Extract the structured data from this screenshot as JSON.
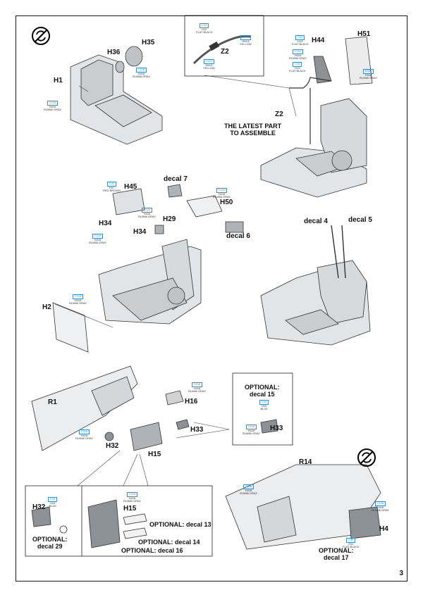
{
  "page_number": "3",
  "parts": {
    "h1": "H1",
    "h35": "H35",
    "h36": "H36",
    "z2": "Z2",
    "z2b": "Z2",
    "h44": "H44",
    "h51": "H51",
    "h45": "H45",
    "decal7": "decal 7",
    "h50": "H50",
    "decal6": "decal 6",
    "h34a": "H34",
    "h34b": "H34",
    "h29": "H29",
    "h2": "H2",
    "decal4": "decal 4",
    "decal5": "decal 5",
    "r1": "R1",
    "h16": "H16",
    "h33": "H33",
    "h33b": "H33",
    "h32": "H32",
    "h15": "H15",
    "h32b": "H32",
    "h15b": "H15",
    "r14": "R14",
    "h4": "H4"
  },
  "notes": {
    "latest_part": [
      "THE LATEST PART",
      "TO ASSEMBLE"
    ],
    "opt_decal15": [
      "OPTIONAL:",
      "decal 15"
    ],
    "opt_decal29": [
      "OPTIONAL:",
      "decal 29"
    ],
    "opt_decal13": "OPTIONAL: decal 13",
    "opt_decal14": "OPTIONAL: decal 14",
    "opt_decal16": "OPTIONAL: decal 16",
    "opt_decal17": [
      "OPTIONAL:",
      "decal 17"
    ]
  },
  "paints": {
    "rlm66_a": {
      "code": "C116",
      "num": "H416",
      "name": "RLM66 GRAY"
    },
    "rlm66_b": {
      "code": "C116",
      "num": "H416",
      "name": "RLM66 GRAY"
    },
    "black_z2": {
      "code": "C33",
      "num": "H12",
      "name": "FLAT BLACK"
    },
    "yellow_a": {
      "code": "C113",
      "num": "H413",
      "name": "YELLOW"
    },
    "yellow_b": {
      "code": "C113",
      "num": "H413",
      "name": "YELLOW"
    },
    "black_h44": {
      "code": "C33",
      "num": "H12",
      "name": "FLAT BLACK"
    },
    "rlm66_h44": {
      "code": "C116",
      "num": "H416",
      "name": "RLM66 GRAY"
    },
    "black_h44b": {
      "code": "C33",
      "num": "H12",
      "name": "FLAT BLACK"
    },
    "rlm66_h51": {
      "code": "C116",
      "num": "H416",
      "name": "RLM66 GRAY"
    },
    "red_brown": {
      "code": "C41",
      "num": "H47",
      "name": "RED BROWN"
    },
    "rlm66_h50": {
      "code": "C116",
      "num": "H416",
      "name": "RLM66 GRAY"
    },
    "rlm66_h45": {
      "code": "C116",
      "num": "H416",
      "name": "RLM66 GRAY"
    },
    "rlm66_h34": {
      "code": "C116",
      "num": "H416",
      "name": "RLM66 GRAY"
    },
    "rlm66_h2": {
      "code": "C116",
      "num": "H416",
      "name": "RLM66 GRAY"
    },
    "rlm66_h16": {
      "code": "C116",
      "num": "H416",
      "name": "RLM66 GRAY"
    },
    "blue_opt": {
      "code": "C34",
      "num": "H15",
      "name": "BLUE"
    },
    "rlm66_opt": {
      "code": "C116",
      "num": "H416",
      "name": "RLM66 GRAY"
    },
    "rlm66_r1": {
      "code": "C116",
      "num": "H416",
      "name": "RLM66 GRAY"
    },
    "blue_h32": {
      "code": "C34",
      "num": "H15",
      "name": "BLUE"
    },
    "rlm66_h15": {
      "code": "C116",
      "num": "H416",
      "name": "RLM66 GRAY"
    },
    "rlm66_r14": {
      "code": "C116",
      "num": "H416",
      "name": "RLM66 GRAY"
    },
    "rlm66_h4": {
      "code": "C116",
      "num": "H416",
      "name": "RLM66 GRAY"
    },
    "black_h4": {
      "code": "C33",
      "num": "H12",
      "name": "FLAT BLACK"
    }
  },
  "icons": [
    "repeat-both-sides-icon",
    "repeat-both-sides-icon"
  ],
  "accent_blue": "#2f8fd9",
  "part_gray": "#cfd3d6"
}
